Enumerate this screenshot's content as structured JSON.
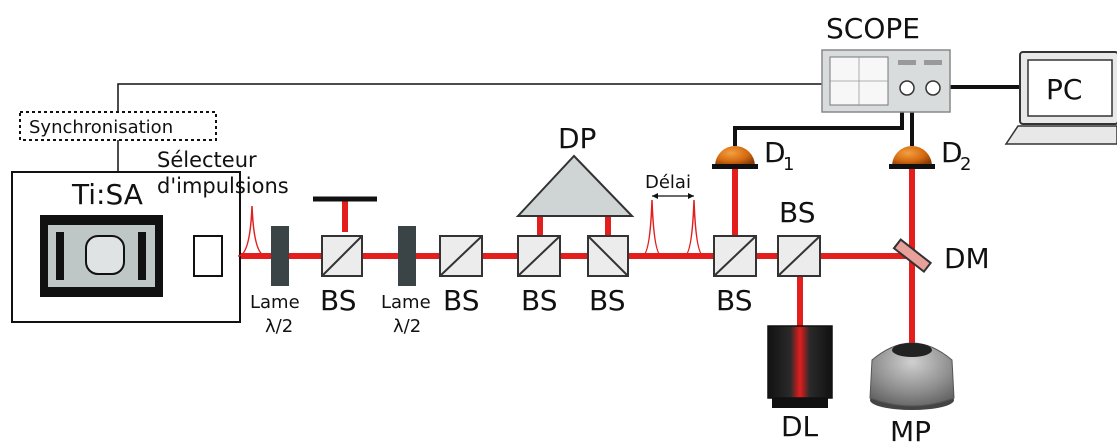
{
  "labels": {
    "scope": "SCOPE",
    "pc": "PC",
    "synchronisation": "Synchronisation",
    "selecteur_line1": "Sélecteur",
    "selecteur_line2": "d'impulsions",
    "tisa": "Ti:SA",
    "dp": "DP",
    "delai": "Délai",
    "d1_main": "D",
    "d1_sub": "1",
    "d2_main": "D",
    "d2_sub": "2",
    "bs": "BS",
    "lame": "Lame",
    "half_wave": "λ/2",
    "dm": "DM",
    "dl": "DL",
    "mp": "MP"
  },
  "colors": {
    "beam": "#e41d1d",
    "detector": "#e07a10",
    "plate": "#3a4446",
    "screen": "#cfd4d4"
  }
}
